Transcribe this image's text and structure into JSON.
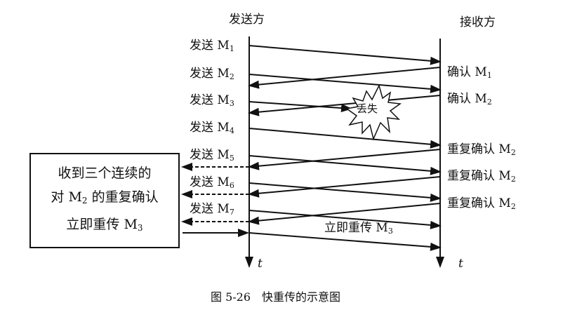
{
  "sender_title": "发送方",
  "receiver_title": "接收方",
  "time_label": "t",
  "send_prefix": "发送 M",
  "ack_prefix": "确认 M",
  "dup_ack_prefix": "重复确认 M",
  "sends": [
    "1",
    "2",
    "3",
    "4",
    "5",
    "6",
    "7"
  ],
  "acks": [
    "1",
    "2"
  ],
  "dup_acks": [
    "2",
    "2",
    "2"
  ],
  "lost_label": "丢失",
  "retransmit_label": "立即重传 M",
  "retransmit_sub": "3",
  "box": {
    "line1": "收到三个连续的",
    "line2_pre": "对 M",
    "line2_sub": "2",
    "line2_post": " 的重复确认",
    "line3_pre": "立即重传 M",
    "line3_sub": "3"
  },
  "caption": "图 5-26　快重传的示意图"
}
